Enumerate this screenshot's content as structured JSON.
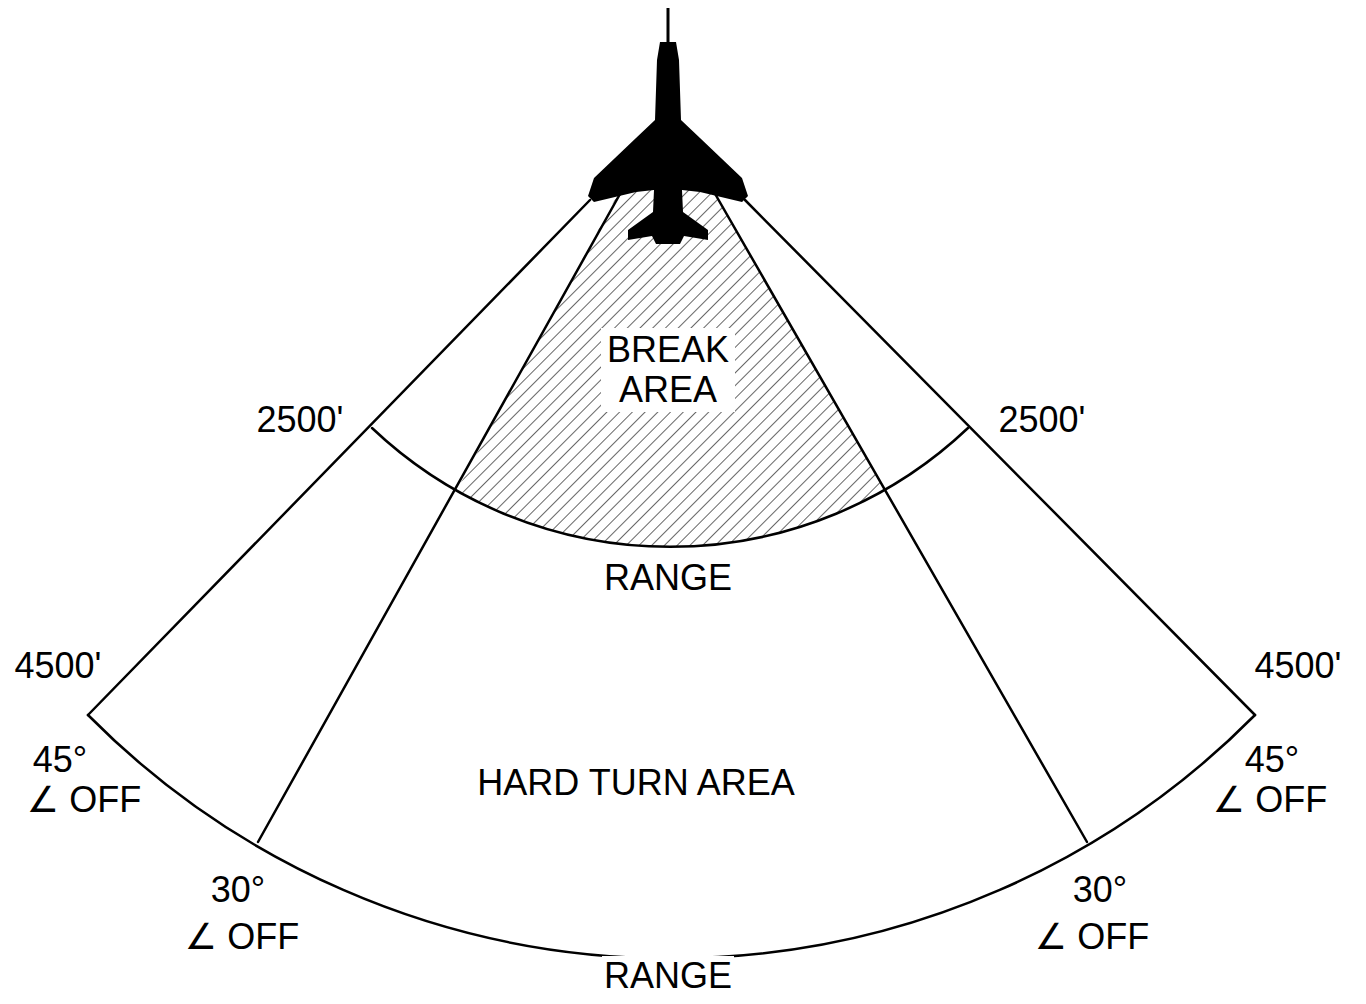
{
  "diagram": {
    "nodes": [
      {
        "text": [
          "BREAK AREA"
        ]
      },
      {
        "text": [
          "HARD TURN AREA"
        ]
      }
    ],
    "labels": [
      "2500'",
      "2500'",
      "RANGE",
      "4500'",
      "4500'",
      "45°",
      "∠ OFF",
      "45°",
      "∠ OFF",
      "30°",
      "∠ OFF",
      "30°",
      "∠ OFF",
      "RANGE"
    ]
  }
}
